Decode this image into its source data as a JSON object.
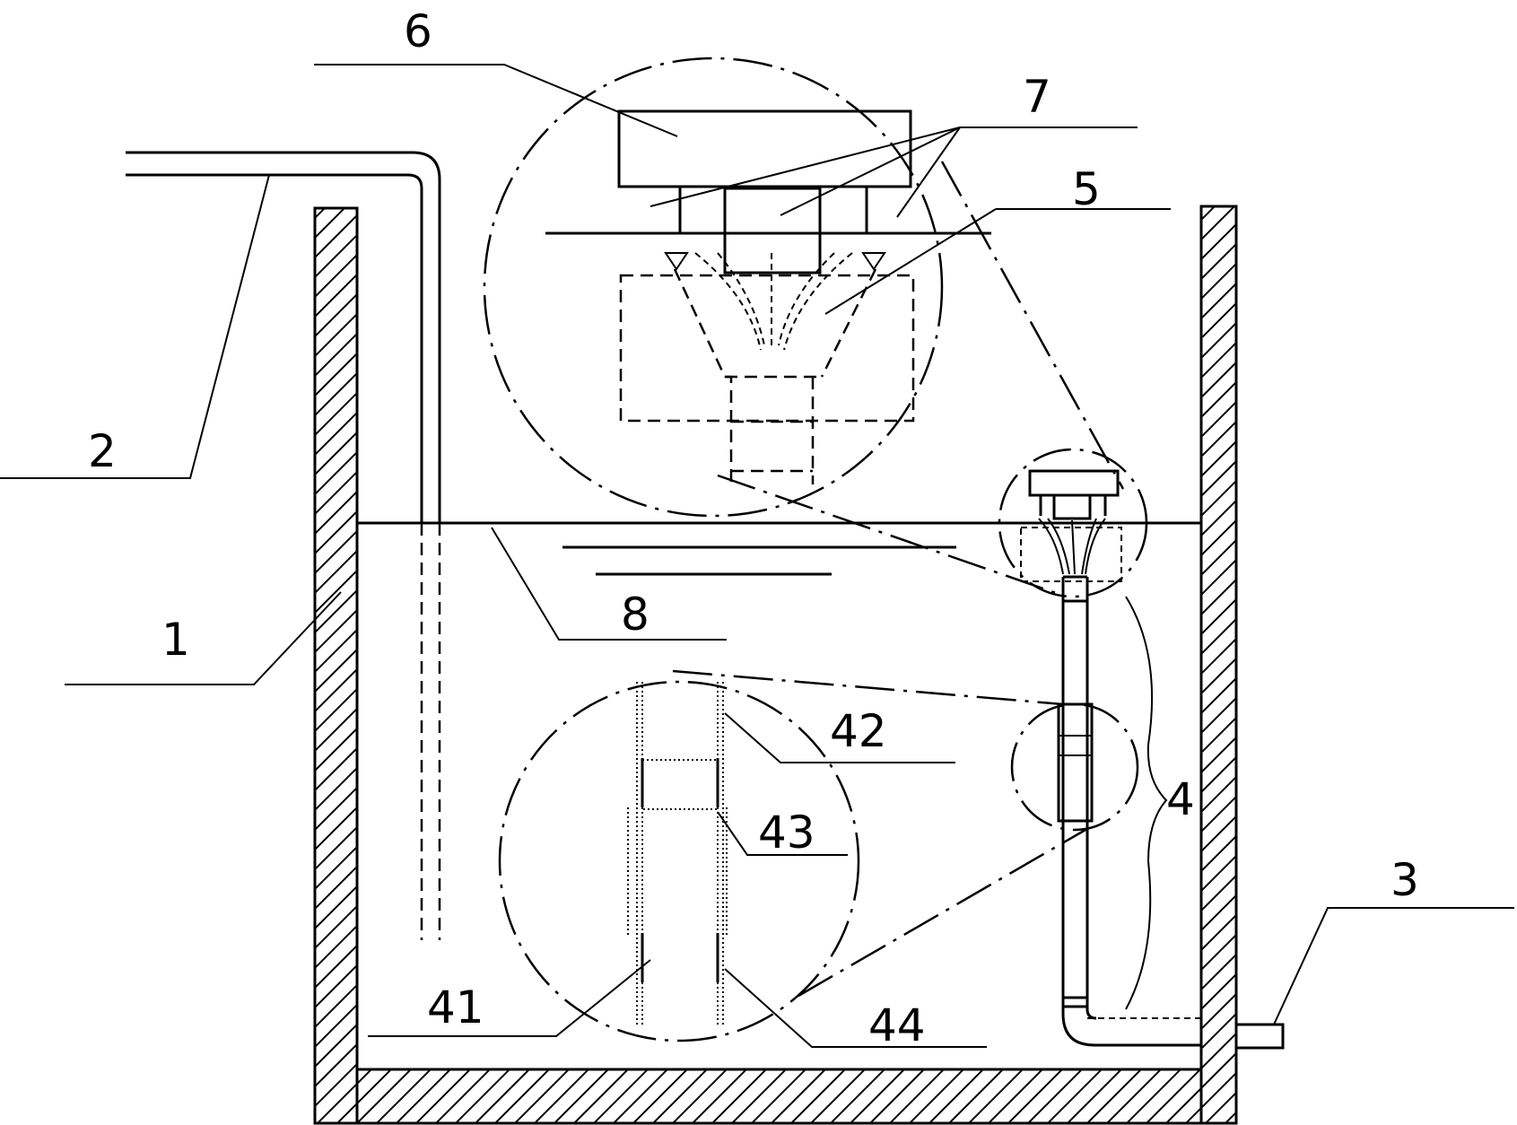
{
  "labels": {
    "l1": "1",
    "l2": "2",
    "l3": "3",
    "l4": "4",
    "l5": "5",
    "l6": "6",
    "l7": "7",
    "l8": "8",
    "l41": "41",
    "l42": "42",
    "l43": "43",
    "l44": "44"
  },
  "colors": {
    "line": "#000000",
    "background": "#ffffff"
  }
}
